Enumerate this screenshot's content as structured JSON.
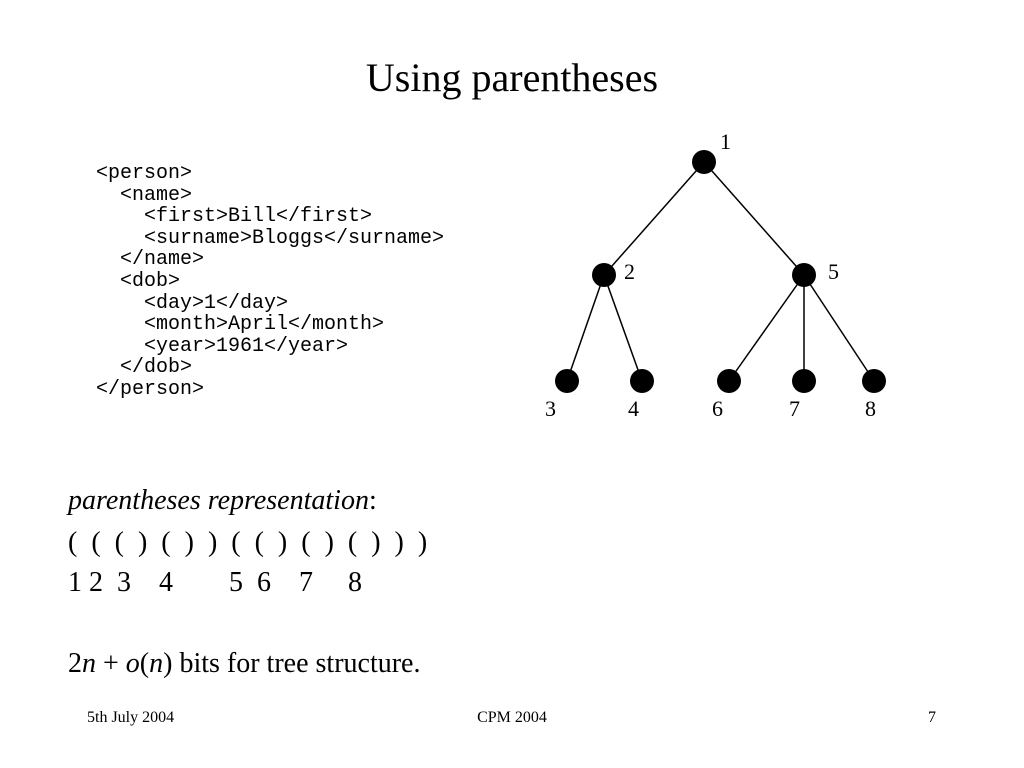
{
  "title": "Using parentheses",
  "xml_lines": [
    "<person>",
    "  <name>",
    "    <first>Bill</first>",
    "    <surname>Bloggs</surname>",
    "  </name>",
    "  <dob>",
    "    <day>1</day>",
    "    <month>April</month>",
    "    <year>1961</year>",
    "  </dob>",
    "</person>"
  ],
  "tree": {
    "nodes": [
      {
        "label": "1"
      },
      {
        "label": "2"
      },
      {
        "label": "5"
      },
      {
        "label": "3"
      },
      {
        "label": "4"
      },
      {
        "label": "6"
      },
      {
        "label": "7"
      },
      {
        "label": "8"
      }
    ],
    "edges": [
      [
        "1",
        "2"
      ],
      [
        "1",
        "5"
      ],
      [
        "2",
        "3"
      ],
      [
        "2",
        "4"
      ],
      [
        "5",
        "6"
      ],
      [
        "5",
        "7"
      ],
      [
        "5",
        "8"
      ]
    ]
  },
  "representation": {
    "heading": "parentheses representation",
    "colon": ":",
    "parens": "(  (  (  )  (  )  )  (  (  )  (  )  (  )  )  )",
    "numbers": "1 2  3    4        5  6    7     8"
  },
  "bits": {
    "prefix": "2",
    "n1": "n",
    "plus": " + ",
    "o": "o",
    "open": "(",
    "n2": "n",
    "close": ")",
    "suffix": " bits for tree structure."
  },
  "footer": {
    "left": "5th July 2004",
    "center": "CPM 2004",
    "right": "7"
  }
}
